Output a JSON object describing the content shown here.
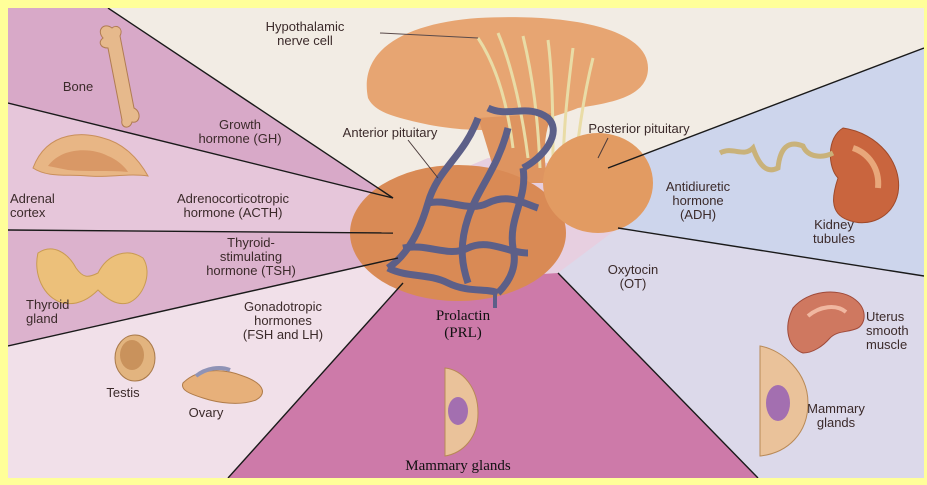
{
  "colors": {
    "frame": "#ffff99",
    "pink_light": "#e9bfd7",
    "pink_mid": "#d995bd",
    "pink_strong": "#c06a9d",
    "blue_light": "#d3dcee",
    "blue_mid": "#b8c4e2",
    "gland": "#d88a56",
    "capillary": "#5d5f85",
    "nerve": "#e6d49a",
    "divider": "#1a1a1a"
  },
  "labels": {
    "hypothalamic": "Hypothalamic\nnerve cell",
    "bone": "Bone",
    "gh": "Growth\nhormone (GH)",
    "anterior": "Anterior pituitary",
    "posterior": "Posterior pituitary",
    "adrenal": "Adrenal\ncortex",
    "acth": "Adrenocorticotropic\nhormone (ACTH)",
    "adh": "Antidiuretic\nhormone\n(ADH)",
    "kidney": "Kidney\ntubules",
    "tsh": "Thyroid-\nstimulating\nhormone (TSH)",
    "thyroid": "Thyroid\ngland",
    "ot": "Oxytocin\n(OT)",
    "gonado": "Gonadotropic\nhormones\n(FSH and LH)",
    "prolactin": "Prolactin\n(PRL)",
    "uterus": "Uterus\nsmooth\nmuscle",
    "testis": "Testis",
    "ovary": "Ovary",
    "mammary_right": "Mammary\nglands",
    "mammary_center": "Mammary glands"
  }
}
